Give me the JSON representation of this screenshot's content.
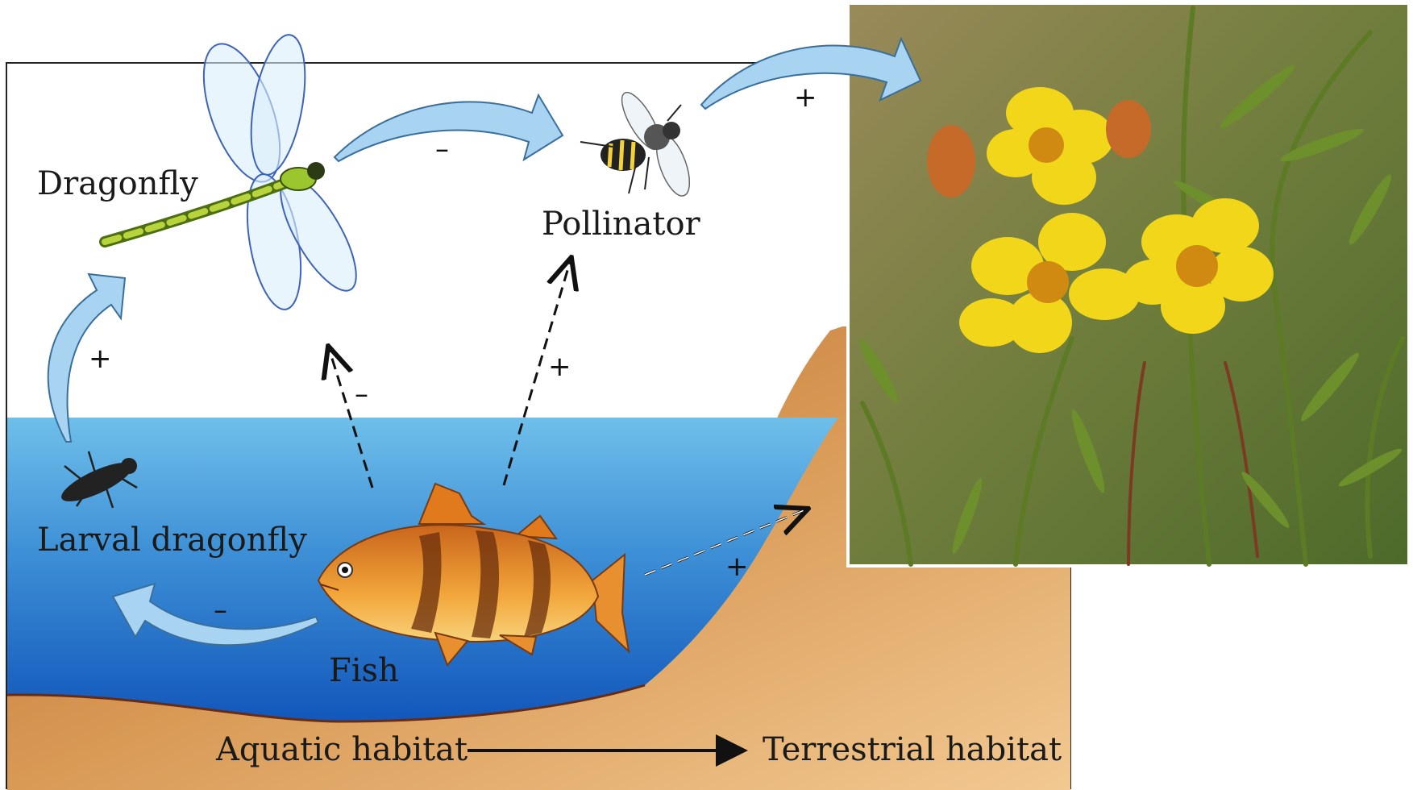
{
  "labels": {
    "dragonfly": "Dragonfly",
    "pollinator": "Pollinator",
    "larval_dragonfly": "Larval dragonfly",
    "fish": "Fish",
    "aquatic_habitat": "Aquatic habitat",
    "terrestrial_habitat": "Terrestrial habitat"
  },
  "effects": {
    "larva_to_dragonfly": "+",
    "dragonfly_to_pollinator": "–",
    "pollinator_to_plant": "+",
    "fish_to_dragonfly": "–",
    "fish_to_pollinator": "+",
    "fish_to_larva": "–",
    "fish_to_terrestrial": "+"
  },
  "colors": {
    "water_top": "#7cc4ec",
    "water_bottom": "#1565c4",
    "soil": "#d08a45",
    "arrow_fill": "#a8d4f2",
    "arrow_stroke": "#3a6f9c"
  }
}
